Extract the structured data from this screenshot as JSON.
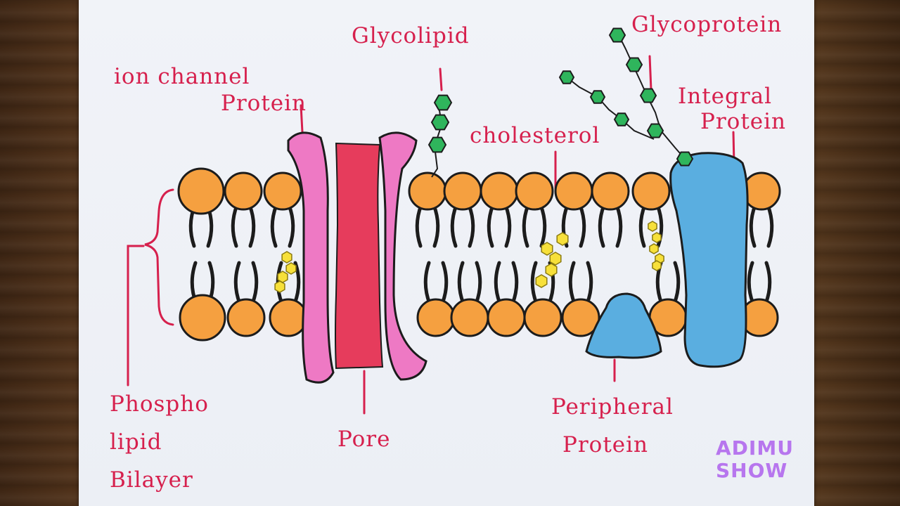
{
  "labels": {
    "ion_channel_line1": "ion channel",
    "ion_channel_line2": "Protein",
    "glycolipid": "Glycolipid",
    "glycoprotein": "Glycoprotein",
    "integral_line1": "Integral",
    "integral_line2": "Protein",
    "cholesterol": "cholesterol",
    "phospholipid_line1": "Phospho",
    "phospholipid_line2": "lipid",
    "phospholipid_line3": "Bilayer",
    "pore": "Pore",
    "peripheral_line1": "Peripheral",
    "peripheral_line2": "Protein"
  },
  "watermark": {
    "line1": "ADIMU",
    "line2": "SHOW"
  },
  "colors": {
    "label_red": "#d6204d",
    "phosphate_head": "#f5a040",
    "ion_channel": "#ee79c4",
    "pore": "#e63c5c",
    "integral_protein": "#5aaee0",
    "peripheral_protein": "#5aaee0",
    "sugar_chain": "#2fb55c",
    "cholesterol": "#f7e03a",
    "logo": "#b776ee"
  }
}
